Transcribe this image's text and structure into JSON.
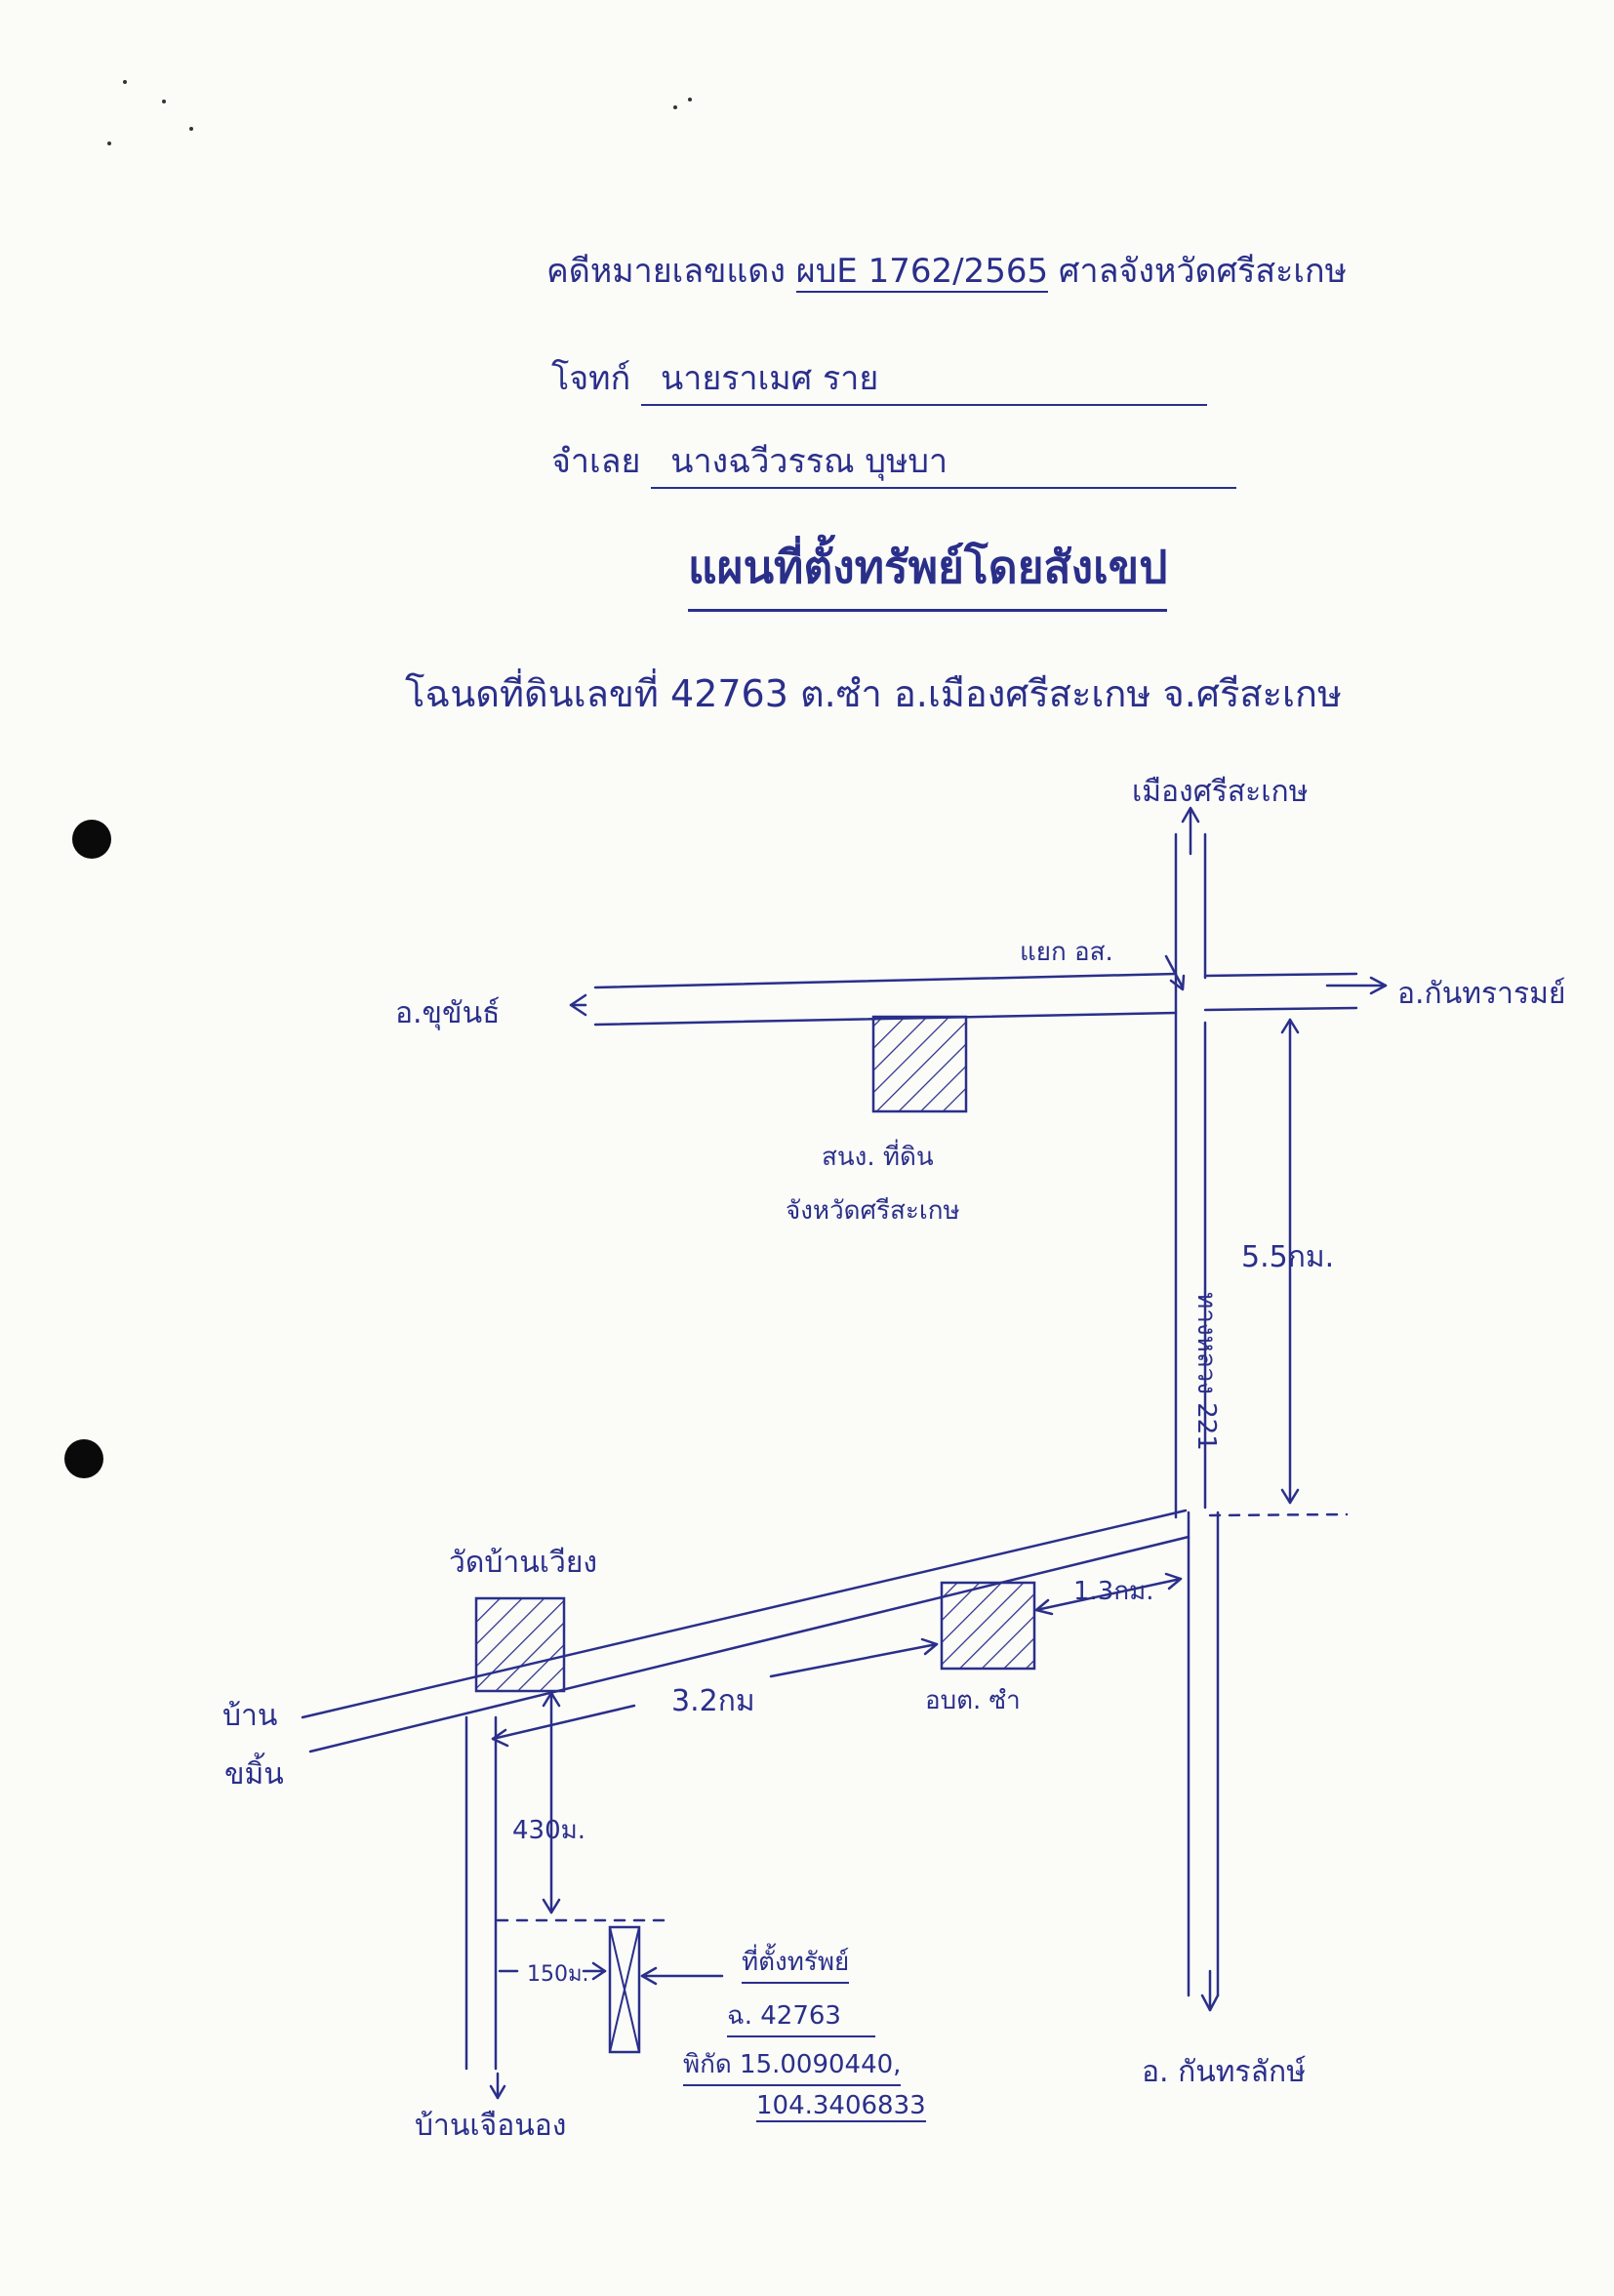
{
  "header": {
    "case_label": "คดีหมายเลขแดง",
    "case_number": "ผบE 1762/2565",
    "court_label": "ศาลจังหวัดศรีสะเกษ",
    "plaintiff_label": "โจทก์",
    "plaintiff_name": "นายราเมศ ราย",
    "defendant_label": "จำเลย",
    "defendant_name": "นางฉวีวรรณ บุษบา"
  },
  "title": "แผนที่ตั้งทรัพย์โดยสังเขป",
  "deed_line": "โฉนดที่ดินเลขที่ 42763 ต.ซำ อ.เมืองศรีสะเกษ จ.ศรีสะเกษ",
  "map": {
    "north_dest": "เมืองศรีสะเกษ",
    "intersection": "แยก อส.",
    "west_dest": "อ.ขุขันธ์",
    "east_dest": "อ.กันทรารมย์",
    "land_office_line1": "สนง. ที่ดิน",
    "land_office_line2": "จังหวัดศรีสะเกษ",
    "highway_label": "ทางหลวง 221",
    "distance_5_5": "5.5กม.",
    "temple": "วัดบ้านเวียง",
    "village_west_line1": "บ้าน",
    "village_west_line2": "ขมิ้น",
    "distance_3_2": "3.2กม",
    "distance_1_3": "1.3กม.",
    "tao_office": "อบต. ซำ",
    "distance_430": "430ม.",
    "distance_150": "150ม.",
    "property_label": "ที่ตั้งทรัพย์",
    "property_deed": "ฉ. 42763",
    "coords_label": "พิกัด 15.0090440,",
    "coords_value": "104.3406833",
    "south_dest": "อ. กันทรลักษ์",
    "village_south": "บ้านเจือนอง"
  },
  "colors": {
    "ink": "#2a2f8a",
    "paper": "#fbfbf8",
    "hole": "#0a0a0a"
  }
}
